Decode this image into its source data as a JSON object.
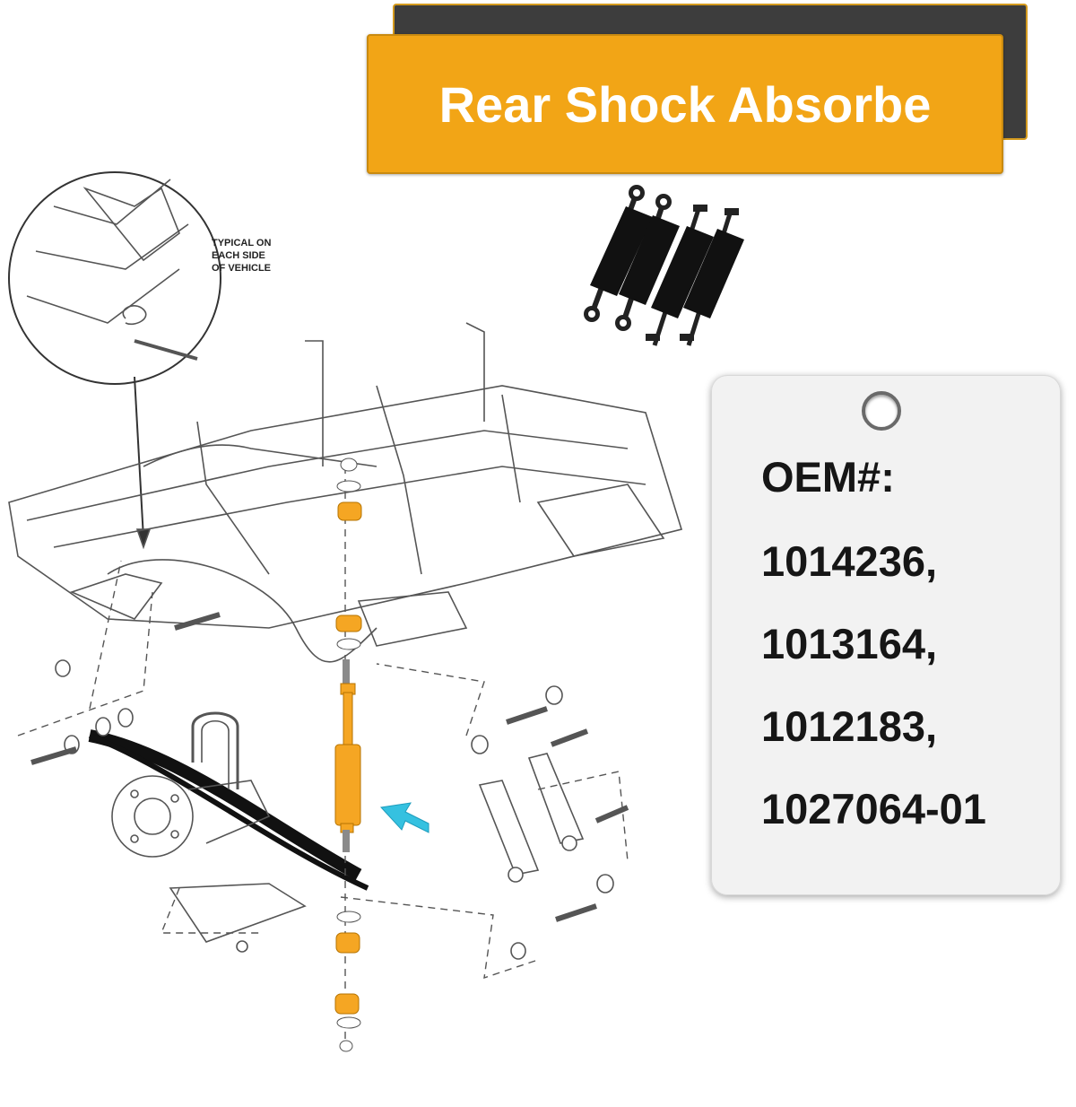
{
  "banner": {
    "title": "Rear Shock Absorbe",
    "colors": {
      "front": "#f2a516",
      "back": "#3d3d3d",
      "text": "#ffffff"
    }
  },
  "callout": {
    "note_lines": [
      "TYPICAL ON",
      "EACH SIDE",
      "OF VEHICLE"
    ]
  },
  "oem_tag": {
    "label": "OEM#:",
    "part_numbers": [
      "1014236,",
      "1013164,",
      "1012183,",
      "1027064-01"
    ]
  },
  "colors": {
    "highlight_part": "#f5a623",
    "arrow": "#35c1e0",
    "line_art": "#555555"
  }
}
